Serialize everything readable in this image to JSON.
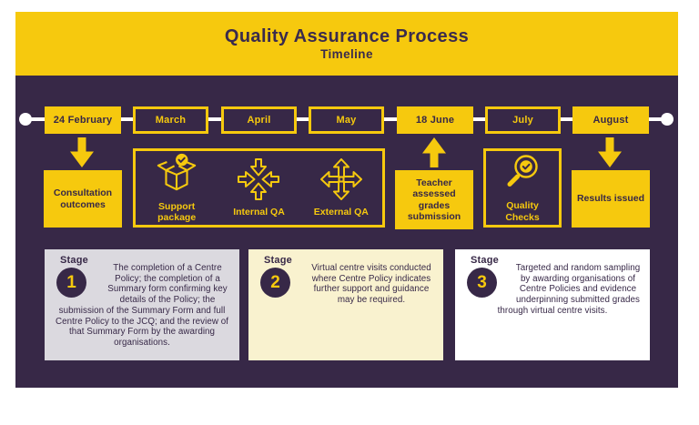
{
  "header": {
    "title": "Quality Assurance Process",
    "subtitle": "Timeline"
  },
  "timeline": {
    "milestones": [
      {
        "label": "24 February"
      },
      {
        "label": "March"
      },
      {
        "label": "April"
      },
      {
        "label": "May"
      },
      {
        "label": "18 June"
      },
      {
        "label": "July"
      },
      {
        "label": "August"
      }
    ]
  },
  "events": {
    "consultation_outcomes": "Consultation outcomes",
    "support_package": "Support package",
    "internal_qa": "Internal QA",
    "external_qa": "External QA",
    "teacher_grades": "Teacher assessed grades submission",
    "quality_checks": "Quality Checks",
    "results_issued": "Results issued"
  },
  "stages": [
    {
      "label": "Stage",
      "number": "1",
      "text": "The completion of a Centre Policy; the completion of a Summary form confirming key details of the Policy; the submission of the Summary Form and full Centre Policy to the JCQ; and the review of that Summary Form by the awarding organisations."
    },
    {
      "label": "Stage",
      "number": "2",
      "text": "Virtual centre visits conducted where Centre Policy indicates further support and guidance may be required."
    },
    {
      "label": "Stage",
      "number": "3",
      "text": "Targeted and random sampling by awarding organisations of Centre Policies and evidence underpinning submitted grades through virtual centre visits."
    }
  ],
  "colors": {
    "yellow": "#F6C90E",
    "purple": "#372847",
    "stage1_bg": "#DBD9DF",
    "stage2_bg": "#F9F2CF",
    "stage3_bg": "#FFFFFF",
    "line_white": "#FFFFFF"
  }
}
